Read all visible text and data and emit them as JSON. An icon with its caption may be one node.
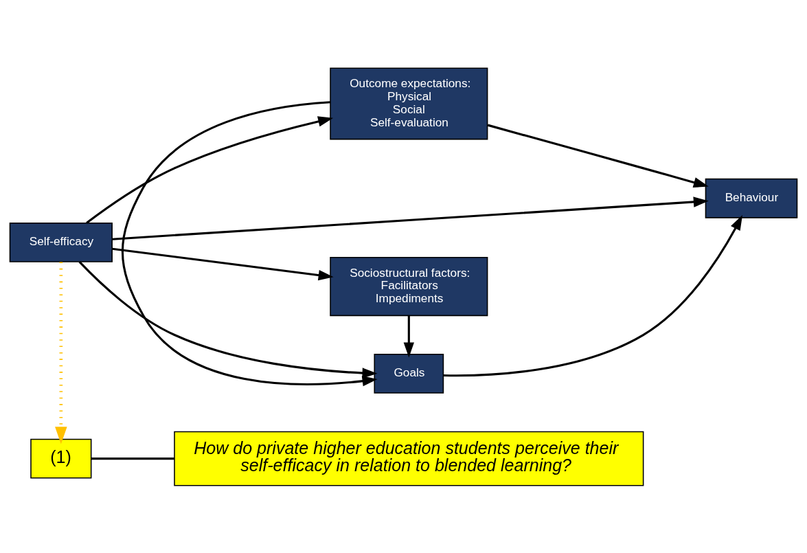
{
  "diagram": {
    "nodes": [
      {
        "text": [
          "Outcome expectations:",
          "Physical",
          "Social",
          "Self-evaluation"
        ]
      },
      {
        "text": [
          "(1)"
        ]
      },
      {
        "text": [
          "Self-efficacy"
        ]
      },
      {
        "text": [
          "Goals"
        ]
      },
      {
        "text": [
          "Behaviour"
        ]
      },
      {
        "text": [
          "Sociostructural factors:",
          "Facilitators",
          "Impediments"
        ]
      },
      {
        "text": [
          "How do private higher education students perceive their self-efficacy in relation to blended learning?"
        ]
      }
    ],
    "edges": [
      {
        "from": 2,
        "to": 0,
        "arrow": "to"
      },
      {
        "from": 2,
        "to": 3,
        "arrow": "to"
      },
      {
        "from": 2,
        "to": 5,
        "arrow": "to"
      },
      {
        "from": 0,
        "to": 3,
        "arrow": "to"
      },
      {
        "from": 0,
        "to": 4,
        "arrow": "to"
      },
      {
        "from": 3,
        "to": 4,
        "arrow": "to"
      },
      {
        "from": 5,
        "to": 3,
        "arrow": "to"
      },
      {
        "from": 2,
        "to": 4,
        "arrow": "to"
      },
      {
        "from": 2,
        "to": 1,
        "arrow": "to",
        "style": "dashed",
        "color": "#ffc000"
      },
      {
        "from": 1,
        "to": 6,
        "arrow": "none"
      }
    ]
  }
}
